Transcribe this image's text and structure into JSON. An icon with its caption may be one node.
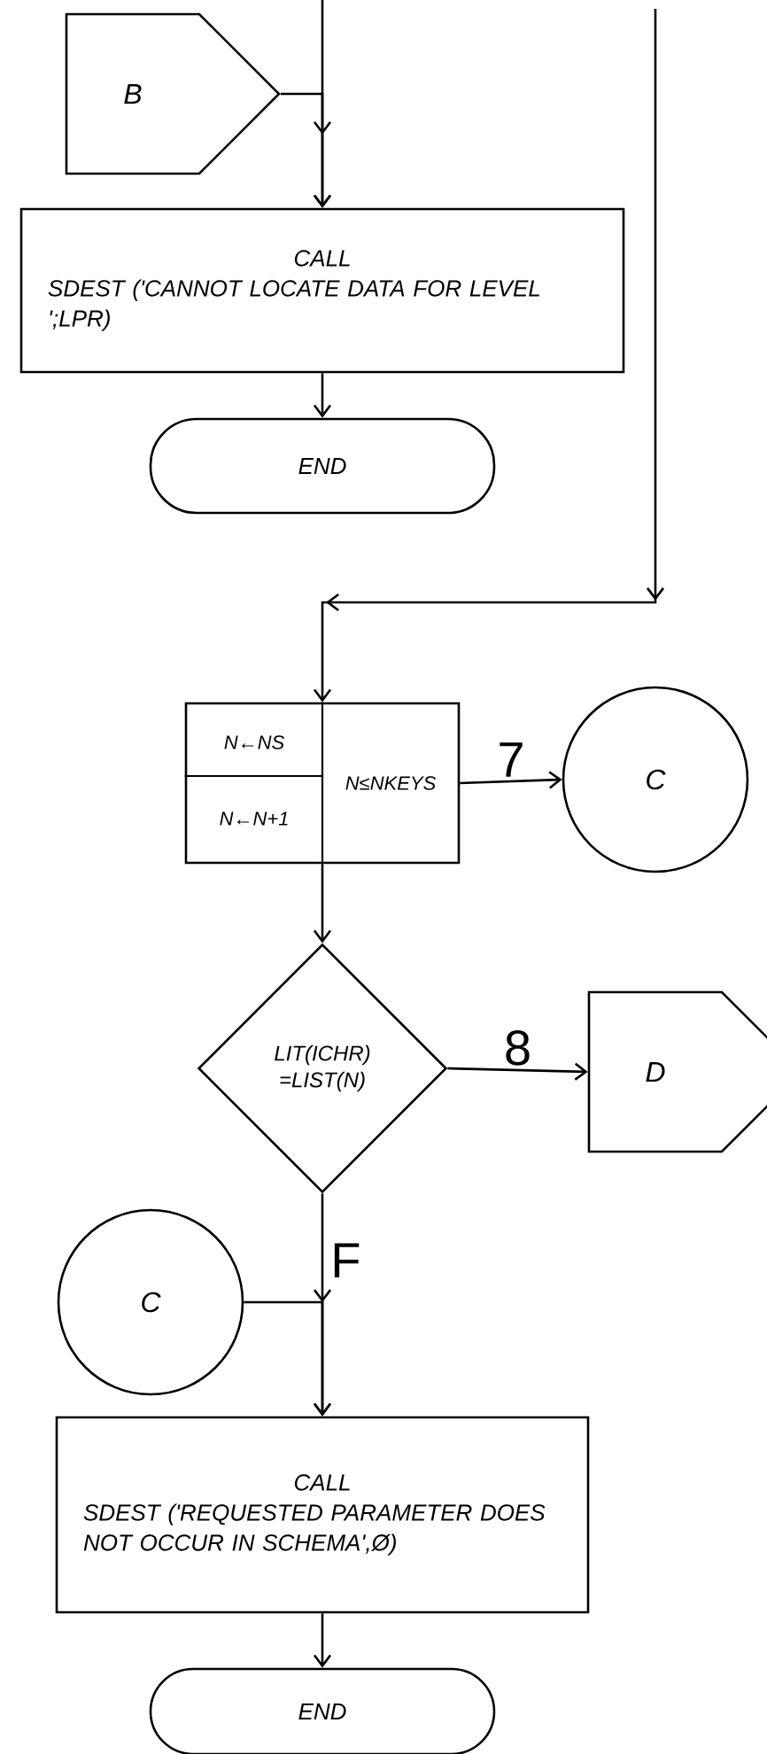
{
  "diagram": {
    "nodes": [
      {
        "text": [
          "B"
        ]
      },
      {
        "text": [
          "CALL",
          "SDEST ('CANNOT LOCATE DATA FOR LEVEL ';LPR)"
        ]
      },
      {
        "text": [
          "END"
        ]
      },
      {
        "text": [
          "N←NS",
          "N←N+1",
          "N≤NKEYS"
        ]
      },
      {
        "text": [
          "C"
        ]
      },
      {
        "text": [
          "LIT(ICHR) =LIST(N)"
        ]
      },
      {
        "text": [
          "D"
        ]
      },
      {
        "text": [
          "C"
        ]
      },
      {
        "text": [
          "CALL",
          "SDEST ('REQUESTED PARAMETER DOES NOT OCCUR IN SCHEMA',Ø)"
        ]
      },
      {
        "text": [
          "END"
        ]
      }
    ],
    "edges": [
      {
        "from": null,
        "to": 1,
        "arrow": "to"
      },
      {
        "from": 0,
        "to": 1,
        "arrow": "to"
      },
      {
        "from": 1,
        "to": 2,
        "arrow": "to"
      },
      {
        "from": null,
        "to": 3,
        "arrow": "to"
      },
      {
        "from": 3,
        "to": 4,
        "arrow": "to",
        "label": "7"
      },
      {
        "from": 3,
        "to": 5,
        "arrow": "to"
      },
      {
        "from": 5,
        "to": 6,
        "arrow": "to",
        "label": "8"
      },
      {
        "from": 5,
        "to": 8,
        "arrow": "to",
        "label": "F"
      },
      {
        "from": 7,
        "to": 8,
        "arrow": "to"
      },
      {
        "from": 8,
        "to": 9,
        "arrow": "to"
      }
    ]
  }
}
